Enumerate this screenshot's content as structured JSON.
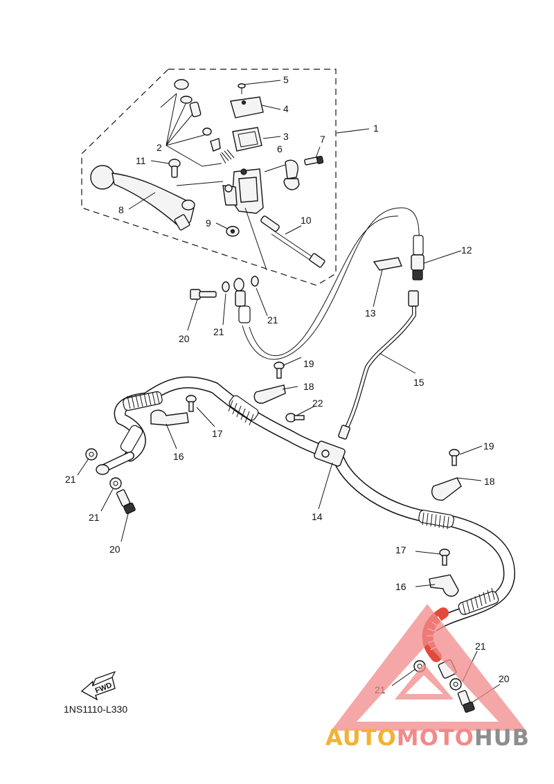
{
  "diagram_code": "1NS1110-L330",
  "fwd_label": "FWD",
  "watermark": {
    "part1": "AUTO",
    "part2": "MOTO",
    "part3": "HUB",
    "colors": {
      "triangle": "#f28a8a",
      "auto": "#f2b233",
      "moto": "#f28a8a",
      "hub": "#8e8e8e"
    }
  },
  "callouts": [
    "1",
    "2",
    "3",
    "4",
    "5",
    "6",
    "7",
    "8",
    "9",
    "10",
    "11",
    "12",
    "13",
    "14",
    "15",
    "16",
    "17",
    "18",
    "19",
    "20",
    "21",
    "22"
  ],
  "icons": [
    "fwd-arrow-icon",
    "watermark-triangle-icon"
  ]
}
